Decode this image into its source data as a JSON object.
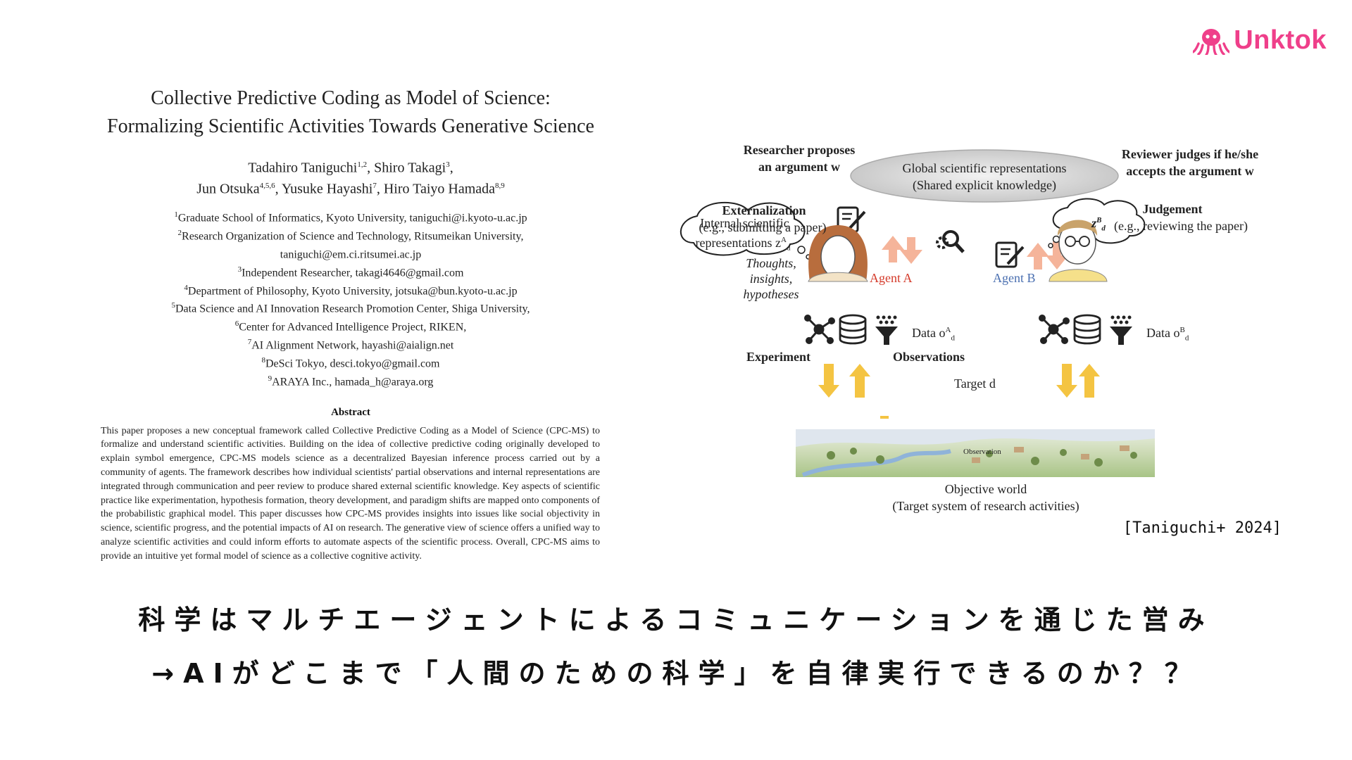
{
  "brand": {
    "name": "Unktok",
    "logo_icon": "octopus-icon",
    "color": "#ef3f8a"
  },
  "paper": {
    "title_line1": "Collective Predictive Coding as Model of Science:",
    "title_line2": "Formalizing Scientific Activities Towards Generative Science",
    "authors_line1": [
      {
        "name": "Tadahiro Taniguchi",
        "sup": "1,2",
        "sep": ", "
      },
      {
        "name": "Shiro Takagi",
        "sup": "3",
        "sep": ","
      }
    ],
    "authors_line2": [
      {
        "name": "Jun Otsuka",
        "sup": "4,5,6",
        "sep": ", "
      },
      {
        "name": "Yusuke Hayashi",
        "sup": "7",
        "sep": ", "
      },
      {
        "name": "Hiro Taiyo Hamada",
        "sup": "8,9",
        "sep": ""
      }
    ],
    "affiliations": [
      {
        "sup": "1",
        "text": "Graduate School of Informatics, Kyoto University, taniguchi@i.kyoto-u.ac.jp"
      },
      {
        "sup": "2",
        "text": "Research Organization of Science and Technology, Ritsumeikan University,"
      },
      {
        "sup": "",
        "text": "taniguchi@em.ci.ritsumei.ac.jp"
      },
      {
        "sup": "3",
        "text": "Independent Researcher, takagi4646@gmail.com"
      },
      {
        "sup": "4",
        "text": "Department of Philosophy, Kyoto University, jotsuka@bun.kyoto-u.ac.jp"
      },
      {
        "sup": "5",
        "text": "Data Science and AI Innovation Research Promotion Center, Shiga University,"
      },
      {
        "sup": "6",
        "text": "Center for Advanced Intelligence Project, RIKEN,"
      },
      {
        "sup": "7",
        "text": "AI Alignment Network, hayashi@aialign.net"
      },
      {
        "sup": "8",
        "text": "DeSci Tokyo, desci.tokyo@gmail.com"
      },
      {
        "sup": "9",
        "text": "ARAYA Inc., hamada_h@araya.org"
      }
    ],
    "abstract_heading": "Abstract",
    "abstract": "This paper proposes a new conceptual framework called Collective Predictive Coding as a Model of Science (CPC-MS) to formalize and understand scientific activities. Building on the idea of collective predictive coding originally developed to explain symbol emergence, CPC-MS models science as a decentralized Bayesian inference process carried out by a community of agents. The framework describes how individual scientists' partial observations and internal representations are integrated through communication and peer review to produce shared external scientific knowledge. Key aspects of scientific practice like experimentation, hypothesis formation, theory development, and paradigm shifts are mapped onto components of the probabilistic graphical model. This paper discusses how CPC-MS provides insights into issues like social objectivity in science, scientific progress, and the potential impacts of AI on research. The generative view of science offers a unified way to analyze scientific activities and could inform efforts to automate aspects of the scientific process. Overall, CPC-MS aims to provide an intuitive yet formal model of science as a collective cognitive activity."
  },
  "figure": {
    "researcher_proposes_1": "Researcher proposes",
    "researcher_proposes_2": "an argument w",
    "global_rep_1": "Global scientific representations",
    "global_rep_2": "(Shared explicit knowledge)",
    "reviewer_1": "Reviewer judges if he/she",
    "reviewer_2": "accepts the argument w",
    "externalization": "Externalization",
    "externalization_sub": "(e.g., submitting a paper)",
    "judgement": "Judgement",
    "judgement_sub": "(e.g., reviewing the paper)",
    "internal_1": "Internal scientific",
    "internal_2": "representations z",
    "thought_b": "z",
    "thoughts_1": "Thoughts,",
    "thoughts_2": "insights,",
    "thoughts_3": "hypotheses",
    "agent_a": "Agent A",
    "agent_b": "Agent B",
    "data_a": "Data o",
    "data_b": "Data o",
    "experiment": "Experiment",
    "observations": "Observations",
    "target": "Target d",
    "observation_tag": "Observation",
    "objective_1": "Objective world",
    "objective_2": "(Target system of research activities)",
    "colors": {
      "agent_a": "#d43a2a",
      "agent_b": "#4a6fb0",
      "arrow_up_down": "#f4c442",
      "arrow_pink": "#f5b49a"
    },
    "icons": [
      "document-pen-icon",
      "gear-search-icon",
      "network-icon",
      "database-icon",
      "funnel-icon",
      "thought-cloud-icon",
      "researcher-avatar-icon",
      "reviewer-avatar-icon",
      "landscape-image"
    ]
  },
  "citation": "[Taniguchi+ 2024]",
  "message_line1": "科学はマルチエージェントによるコミュニケーションを通じた営み",
  "message_line2": "→AIがどこまで「人間のための科学」を自律実行できるのか？？"
}
